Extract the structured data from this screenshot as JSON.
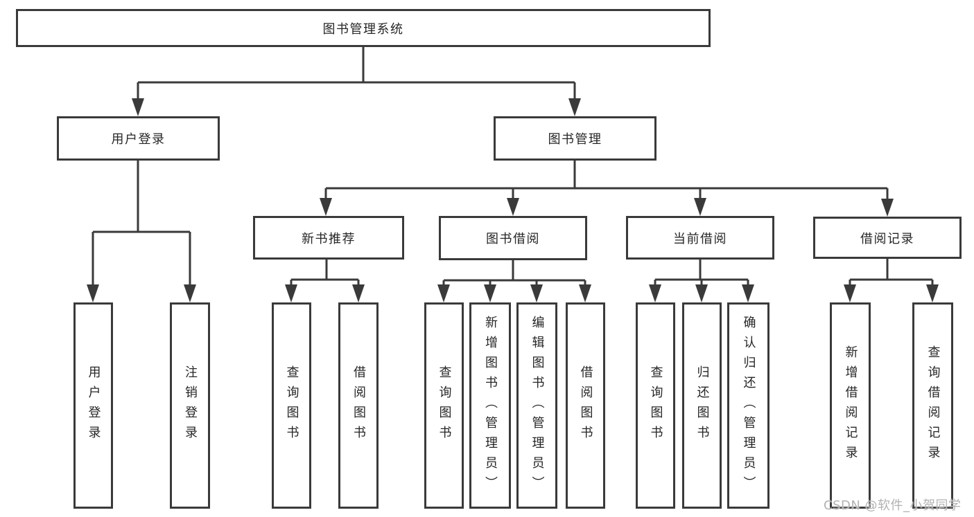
{
  "page": {
    "background": "#ffffff"
  },
  "colors": {
    "line": "#3a3a3a",
    "box_border": "#3a3a3a",
    "text": "#262626",
    "watermark_text": "#b2b2b2"
  },
  "diagram": {
    "root": {
      "label": "图书管理系统"
    },
    "branches": {
      "user_login": {
        "label": "用户登录",
        "children": [
          "用户登录",
          "注销登录"
        ]
      },
      "book_mgmt": {
        "label": "图书管理",
        "sections": {
          "new_books": {
            "label": "新书推荐",
            "children": [
              "查询图书",
              "借阅图书"
            ]
          },
          "book_borrow": {
            "label": "图书借阅",
            "children": [
              "查询图书",
              "新增图书（管理员）",
              "编辑图书（管理员）",
              "借阅图书"
            ]
          },
          "current_borrow": {
            "label": "当前借阅",
            "children": [
              "查询图书",
              "归还图书",
              "确认归还（管理员）"
            ]
          },
          "borrow_records": {
            "label": "借阅记录",
            "children": [
              "新增借阅记录",
              "查询借阅记录"
            ]
          }
        }
      }
    }
  },
  "watermark": "CSDN @软件_小贺同学"
}
